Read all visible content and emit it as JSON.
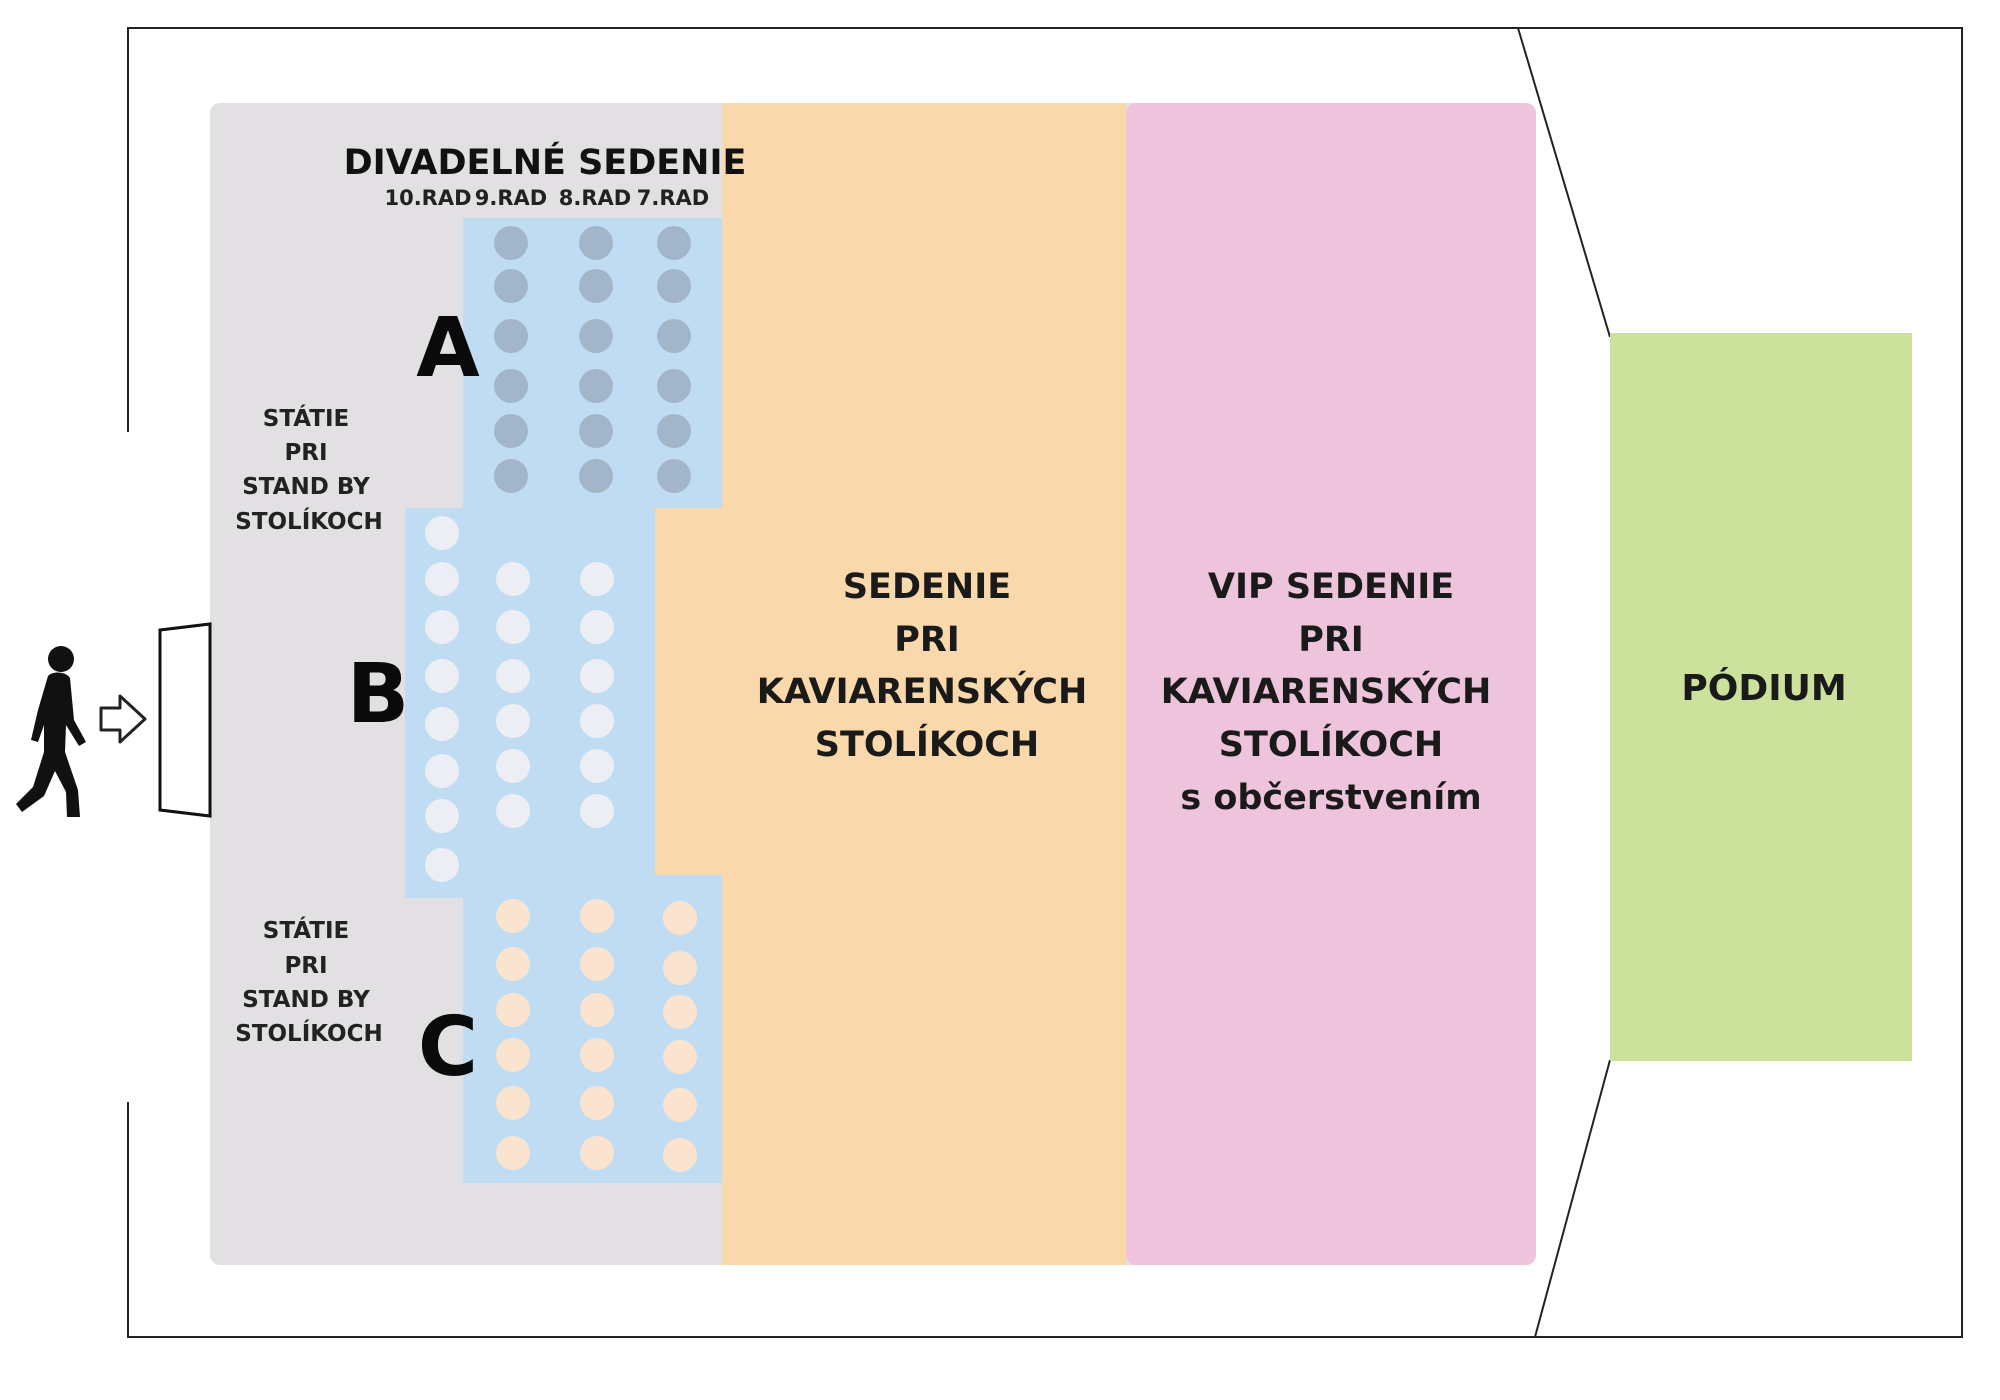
{
  "title": "DIVADELNÉ SEDENIE",
  "rows": [
    "10.RAD",
    "9.RAD",
    "8.RAD",
    "7.RAD"
  ],
  "sections": [
    "A",
    "B",
    "C"
  ],
  "standing_label_top": [
    "STÁTIE",
    "PRI",
    "STAND BY",
    "STOLÍKOCH"
  ],
  "standing_label_bottom": [
    "STÁTIE",
    "PRI",
    "STAND BY",
    "STOLÍKOCH"
  ],
  "cafe_label": [
    "SEDENIE",
    "PRI",
    "KAVIARENSKÝCH",
    "STOLÍKOCH"
  ],
  "vip_label": [
    "VIP SEDENIE",
    "PRI",
    "KAVIARENSKÝCH",
    "STOLÍKOCH",
    "s občerstvením"
  ],
  "stage_label": "PÓDIUM",
  "icons": [
    "walking-person-icon",
    "entry-arrow-icon"
  ],
  "colors": {
    "hall_floor": "#e2e0e3",
    "theater_zone": "#bfdcf2",
    "cafe_zone": "#f9d9ab",
    "vip_zone": "#edc4dc",
    "stage": "#cce29c",
    "seat_section_a": "#a3b5c9",
    "seat_section_b": "#edeef3",
    "seat_section_c": "#fae4d0"
  }
}
